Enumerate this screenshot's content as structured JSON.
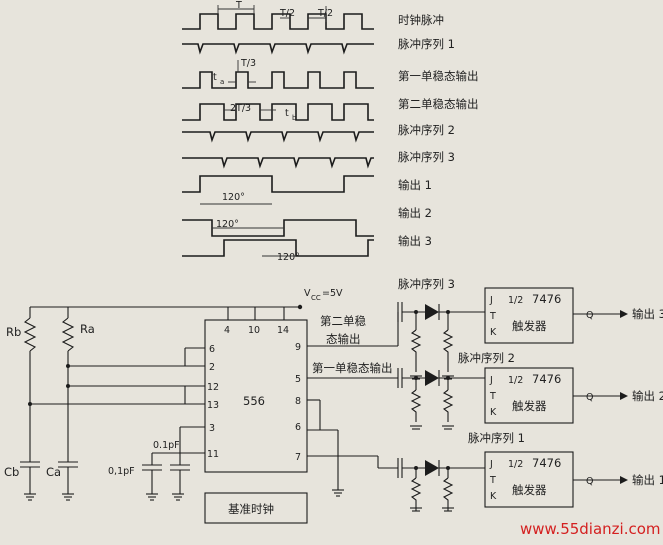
{
  "waveforms": {
    "labels": [
      "时钟脉冲",
      "脉冲序列 1",
      "第一单稳态输出",
      "第二单稳态输出",
      "脉冲序列 2",
      "脉冲序列 3",
      "输出 1",
      "输出 2",
      "输出 3"
    ],
    "annotations": {
      "period": "T",
      "half_period": "T/2",
      "delay1": "t",
      "delay1_sub": "a",
      "third": "T/3",
      "two_third": "2T/3",
      "delay2": "t",
      "delay2_sub": "b",
      "angle1": "120°",
      "angle2": "120°",
      "angle3": "120°"
    }
  },
  "circuit": {
    "resistors": [
      "Rb",
      "Ra"
    ],
    "capacitors": [
      "Cb",
      "Ca"
    ],
    "cap_values": [
      "0.1pF",
      "0,1pF"
    ],
    "vcc": "V",
    "vcc_sub": "CC",
    "vcc_value": "=5V",
    "ic_name": "556",
    "ic_pins_top": [
      "4",
      "10",
      "14"
    ],
    "ic_pins_left": [
      "6",
      "2",
      "12",
      "13",
      "3",
      "11"
    ],
    "ic_pins_right": [
      "9",
      "5",
      "8",
      "6",
      "7"
    ],
    "clock_block": "基准时钟",
    "monostable_2": [
      "第二单稳",
      "态输出"
    ],
    "monostable_1": "第一单稳态输出",
    "pulse_trains": [
      "脉冲序列 3",
      "脉冲序列 2",
      "脉冲序列 1"
    ],
    "flipflops": [
      {
        "chip": "7476",
        "frac": "1/2",
        "pins": [
          "J",
          "T",
          "K"
        ],
        "label": "触发器",
        "q": "Q",
        "output": "输出 3"
      },
      {
        "chip": "7476",
        "frac": "1/2",
        "pins": [
          "J",
          "T",
          "K"
        ],
        "label": "触发器",
        "q": "Q",
        "output": "输出 2"
      },
      {
        "chip": "7476",
        "frac": "1/2",
        "pins": [
          "J",
          "T",
          "K"
        ],
        "label": "触发器",
        "q": "Q",
        "output": "输出 1"
      }
    ]
  },
  "watermark": "www.55dianzi.com"
}
